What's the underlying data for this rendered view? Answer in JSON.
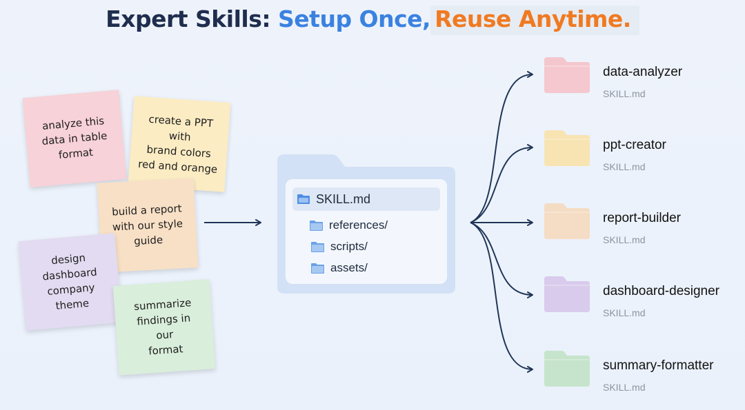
{
  "title": {
    "part1": "Expert Skills:",
    "part2": "Setup Once,",
    "part3": "Reuse Anytime."
  },
  "colors": {
    "title_dark": "#1f2d4e",
    "title_blue": "#3b82e0",
    "title_orange": "#f07a22",
    "arrow": "#1f3556"
  },
  "notes": [
    {
      "text": "analyze this\ndata in table\nformat",
      "color": "#f7d2d8"
    },
    {
      "text": "create a PPT\nwith\nbrand colors\nred and orange",
      "color": "#fbecc4"
    },
    {
      "text": "build a report\nwith our style\nguide",
      "color": "#f8e0c6"
    },
    {
      "text": "design\ndashboard\ncompany\ntheme",
      "color": "#e3dbf1"
    },
    {
      "text": "summarize\nfindings in\nour\nformat",
      "color": "#d9eedb"
    }
  ],
  "skill_folder": {
    "file": "SKILL.md",
    "subfolders": [
      "references/",
      "scripts/",
      "assets/"
    ]
  },
  "targets": [
    {
      "name": "data-analyzer",
      "file": "SKILL.md",
      "color": "#f4c7cf",
      "icon": "folder-icon"
    },
    {
      "name": "ppt-creator",
      "file": "SKILL.md",
      "color": "#f7e4b2",
      "icon": "folder-icon"
    },
    {
      "name": "report-builder",
      "file": "SKILL.md",
      "color": "#f4dcc4",
      "icon": "folder-icon"
    },
    {
      "name": "dashboard-designer",
      "file": "SKILL.md",
      "color": "#d8cbec",
      "icon": "folder-icon"
    },
    {
      "name": "summary-formatter",
      "file": "SKILL.md",
      "color": "#c6e4cb",
      "icon": "folder-icon"
    }
  ]
}
